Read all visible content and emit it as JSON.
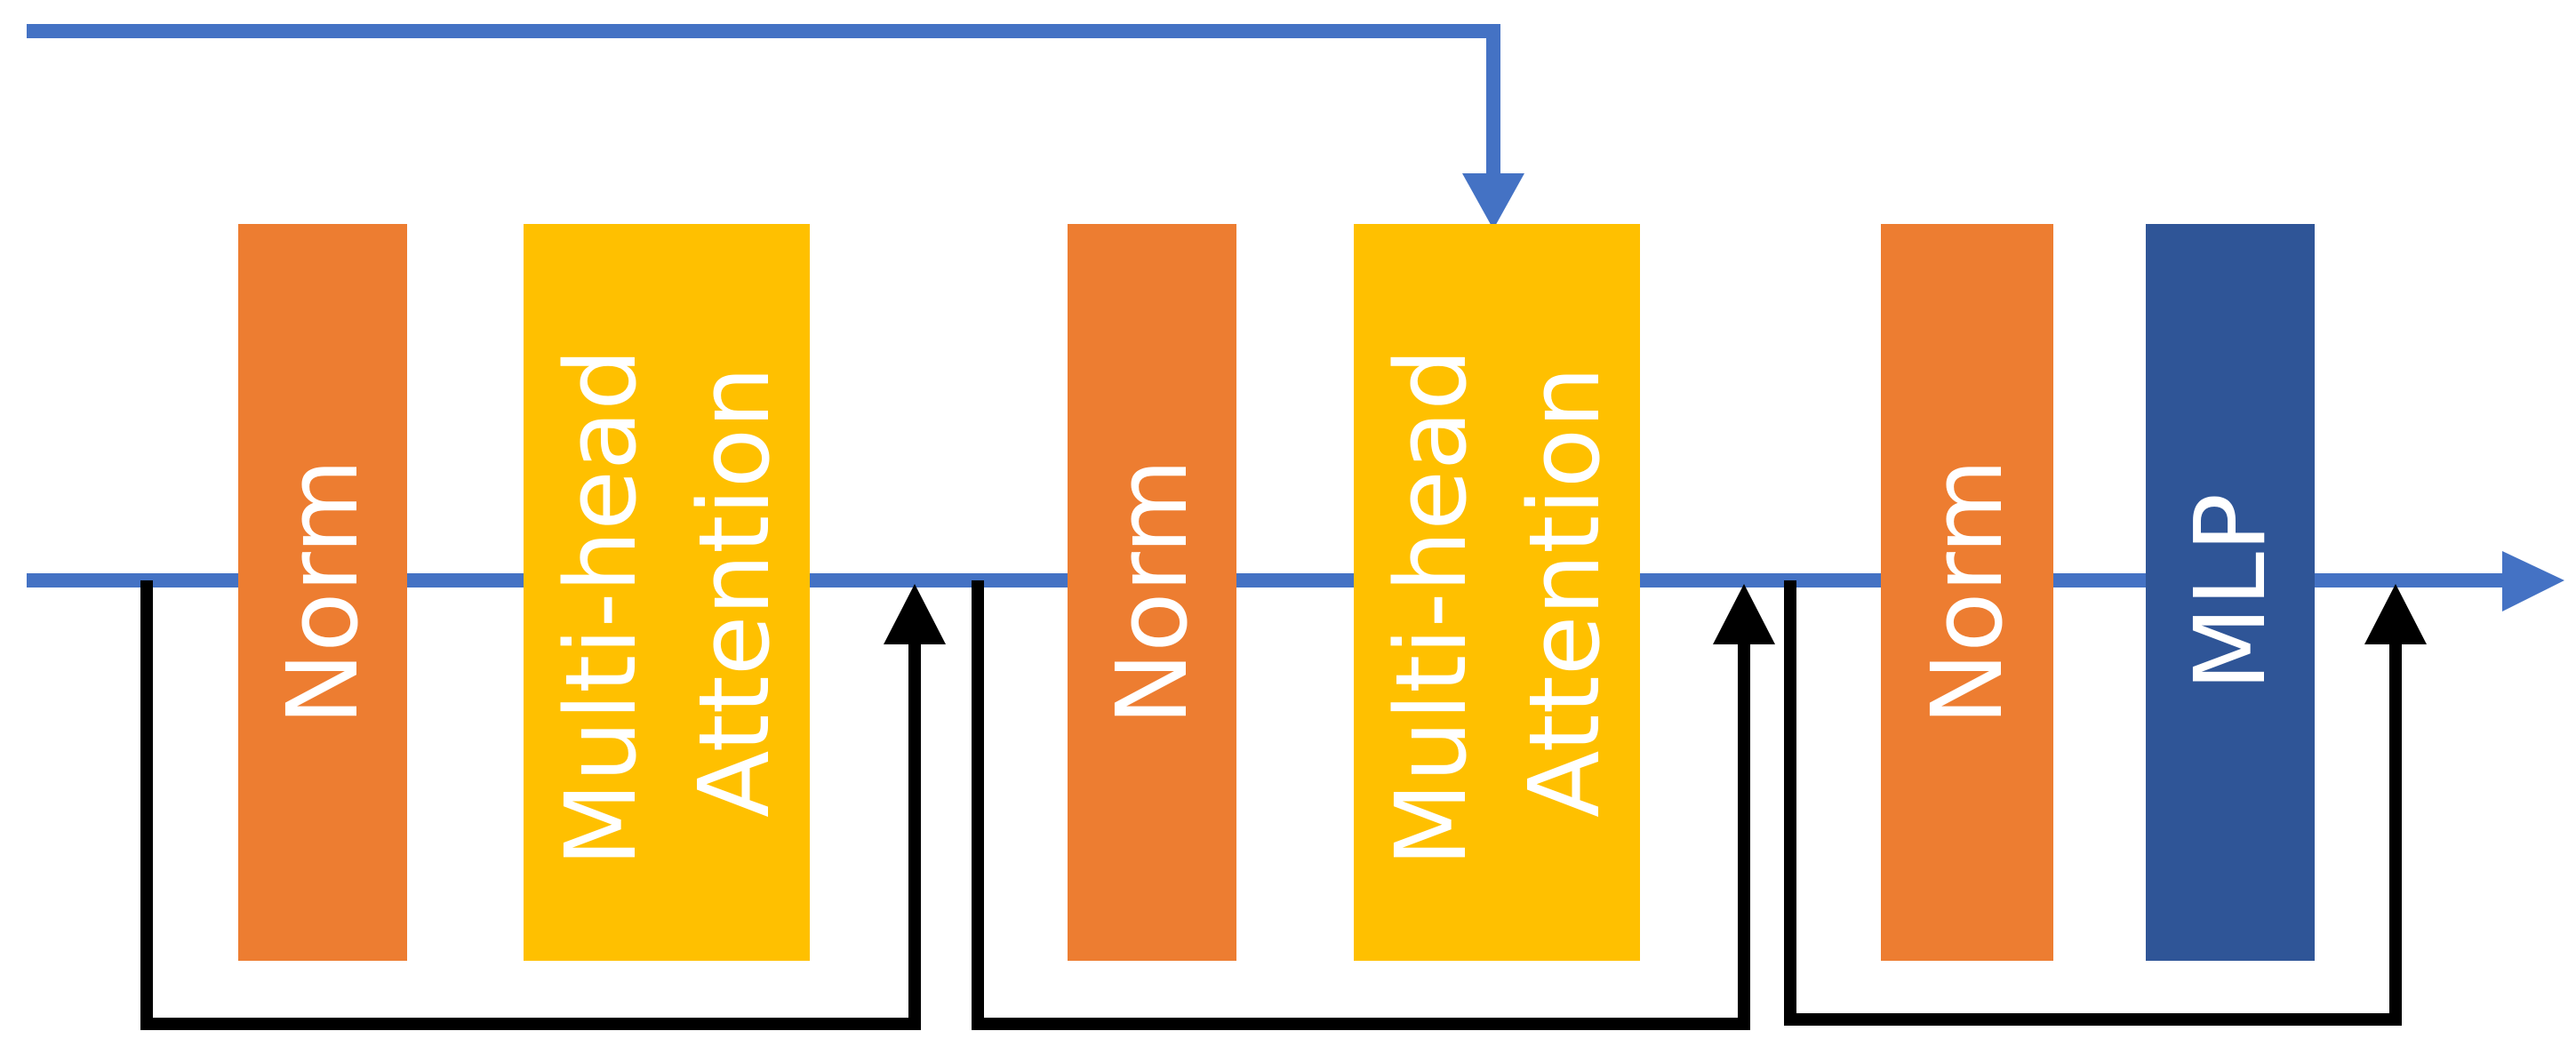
{
  "colors": {
    "norm": "#ED7D31",
    "attention": "#FFC000",
    "mlp": "#2F5597",
    "main_line": "#4472C4",
    "skip_line": "#000000",
    "label": "#FFFFFF"
  },
  "blocks": [
    {
      "id": "norm-1",
      "kind": "norm",
      "lines": [
        "Norm"
      ]
    },
    {
      "id": "attention-1",
      "kind": "attention",
      "lines": [
        "Multi-head",
        "Attention"
      ]
    },
    {
      "id": "norm-2",
      "kind": "norm",
      "lines": [
        "Norm"
      ]
    },
    {
      "id": "attention-2",
      "kind": "attention",
      "lines": [
        "Multi-head",
        "Attention"
      ]
    },
    {
      "id": "norm-3",
      "kind": "norm",
      "lines": [
        "Norm"
      ]
    },
    {
      "id": "mlp",
      "kind": "mlp",
      "lines": [
        "MLP"
      ]
    }
  ]
}
